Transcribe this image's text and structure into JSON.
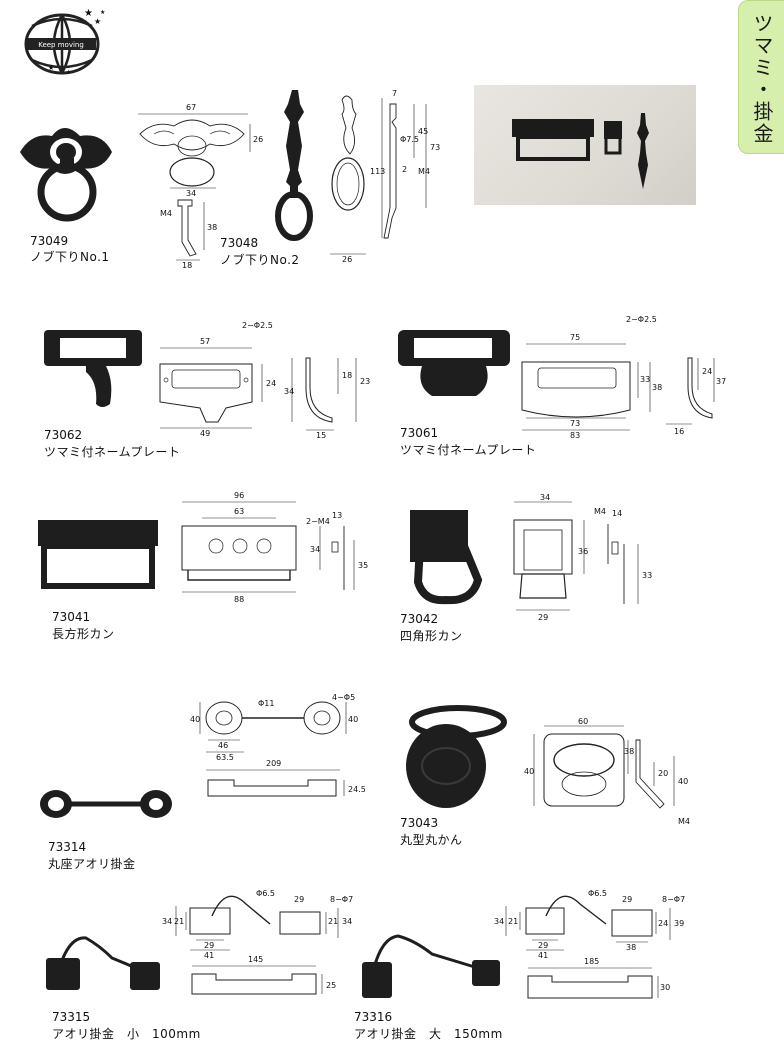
{
  "logo": {
    "text": "Keep moving"
  },
  "category_tab": {
    "label": "ツマミ・掛金"
  },
  "items": [
    {
      "code": "73049",
      "name": "ノブ下りNo.1",
      "dims": {
        "w": "67",
        "h": "26",
        "c": "34",
        "t": "M4",
        "l": "38",
        "b": "18"
      }
    },
    {
      "code": "73048",
      "name": "ノブ下りNo.2",
      "dims": {
        "top": "7",
        "p": "Φ7.5",
        "a": "45",
        "h": "73",
        "total": "113",
        "d": "2",
        "t": "M4",
        "w": "26"
      }
    },
    {
      "code": "73062",
      "name": "ツマミ付ネームプレート",
      "dims": {
        "w": "57",
        "hole": "2−Φ2.5",
        "h": "24",
        "b": "49",
        "d": "34",
        "s": "18",
        "o": "23",
        "f": "15"
      }
    },
    {
      "code": "73061",
      "name": "ツマミ付ネームプレート",
      "dims": {
        "w": "75",
        "hole": "2−Φ2.5",
        "h": "33",
        "hh": "38",
        "i": "73",
        "b": "83",
        "s": "24",
        "o": "37",
        "f": "16"
      }
    },
    {
      "code": "73041",
      "name": "長方形カン",
      "dims": {
        "w": "96",
        "i": "63",
        "t": "2−M4",
        "s": "13",
        "h": "34",
        "d": "35",
        "b": "88"
      }
    },
    {
      "code": "73042",
      "name": "四角形カン",
      "dims": {
        "w": "34",
        "t": "M4",
        "s": "14",
        "h": "36",
        "d": "33",
        "b": "29"
      }
    },
    {
      "code": "73314",
      "name": "丸座アオリ掛金",
      "dims": {
        "p": "Φ11",
        "hole": "4−Φ5",
        "h": "40",
        "hr": "40",
        "a": "46",
        "b": "63.5",
        "l": "209",
        "d": "24.5"
      }
    },
    {
      "code": "73043",
      "name": "丸型丸かん",
      "dims": {
        "w": "60",
        "r": "38",
        "a": "20",
        "h": "40",
        "hr": "40",
        "t": "M4"
      }
    },
    {
      "code": "73315",
      "name": "アオリ掛金　小　100mm",
      "dims": {
        "p": "Φ6.5",
        "a": "29",
        "hole": "8−Φ7",
        "h": "34",
        "i": "21",
        "ir": "21",
        "hr": "34",
        "s": "29",
        "b": "41",
        "l": "145",
        "d": "25"
      }
    },
    {
      "code": "73316",
      "name": "アオリ掛金　大　150mm",
      "dims": {
        "p": "Φ6.5",
        "a": "29",
        "hole": "8−Φ7",
        "h": "34",
        "i": "21",
        "ir": "24",
        "hr": "39",
        "s": "29",
        "b": "41",
        "br": "38",
        "l": "185",
        "d": "30"
      }
    }
  ]
}
